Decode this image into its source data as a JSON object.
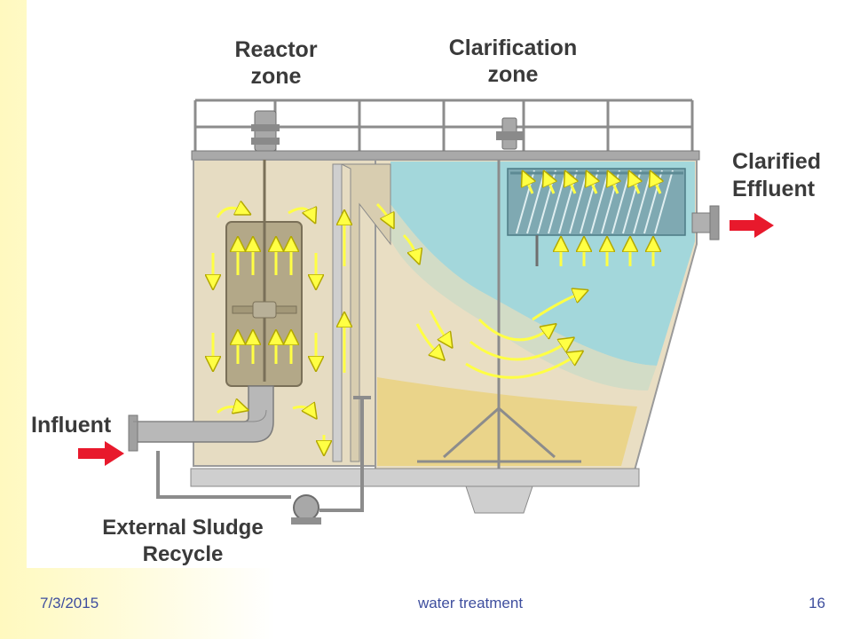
{
  "diagram": {
    "labels": {
      "reactor_zone": [
        "Reactor",
        "zone"
      ],
      "clarification_zone": [
        "Clarification",
        "zone"
      ],
      "clarified_effluent": [
        "Clarified",
        "Effluent"
      ],
      "influent": "Influent",
      "external_sludge_recycle": [
        "External Sludge",
        "Recycle"
      ]
    },
    "colors": {
      "reactor_water": "#e6dcc2",
      "clear_water": "#9fd6dc",
      "sludge_blanket": "#ead48a",
      "tank_wall": "#9a9a9a",
      "flow_arrow": "#ffff44",
      "inlet_outlet_arrow": "#e8192c",
      "concrete": "#cfcfcf"
    }
  },
  "footer": {
    "date": "7/3/2015",
    "title": "water treatment",
    "page": "16"
  }
}
